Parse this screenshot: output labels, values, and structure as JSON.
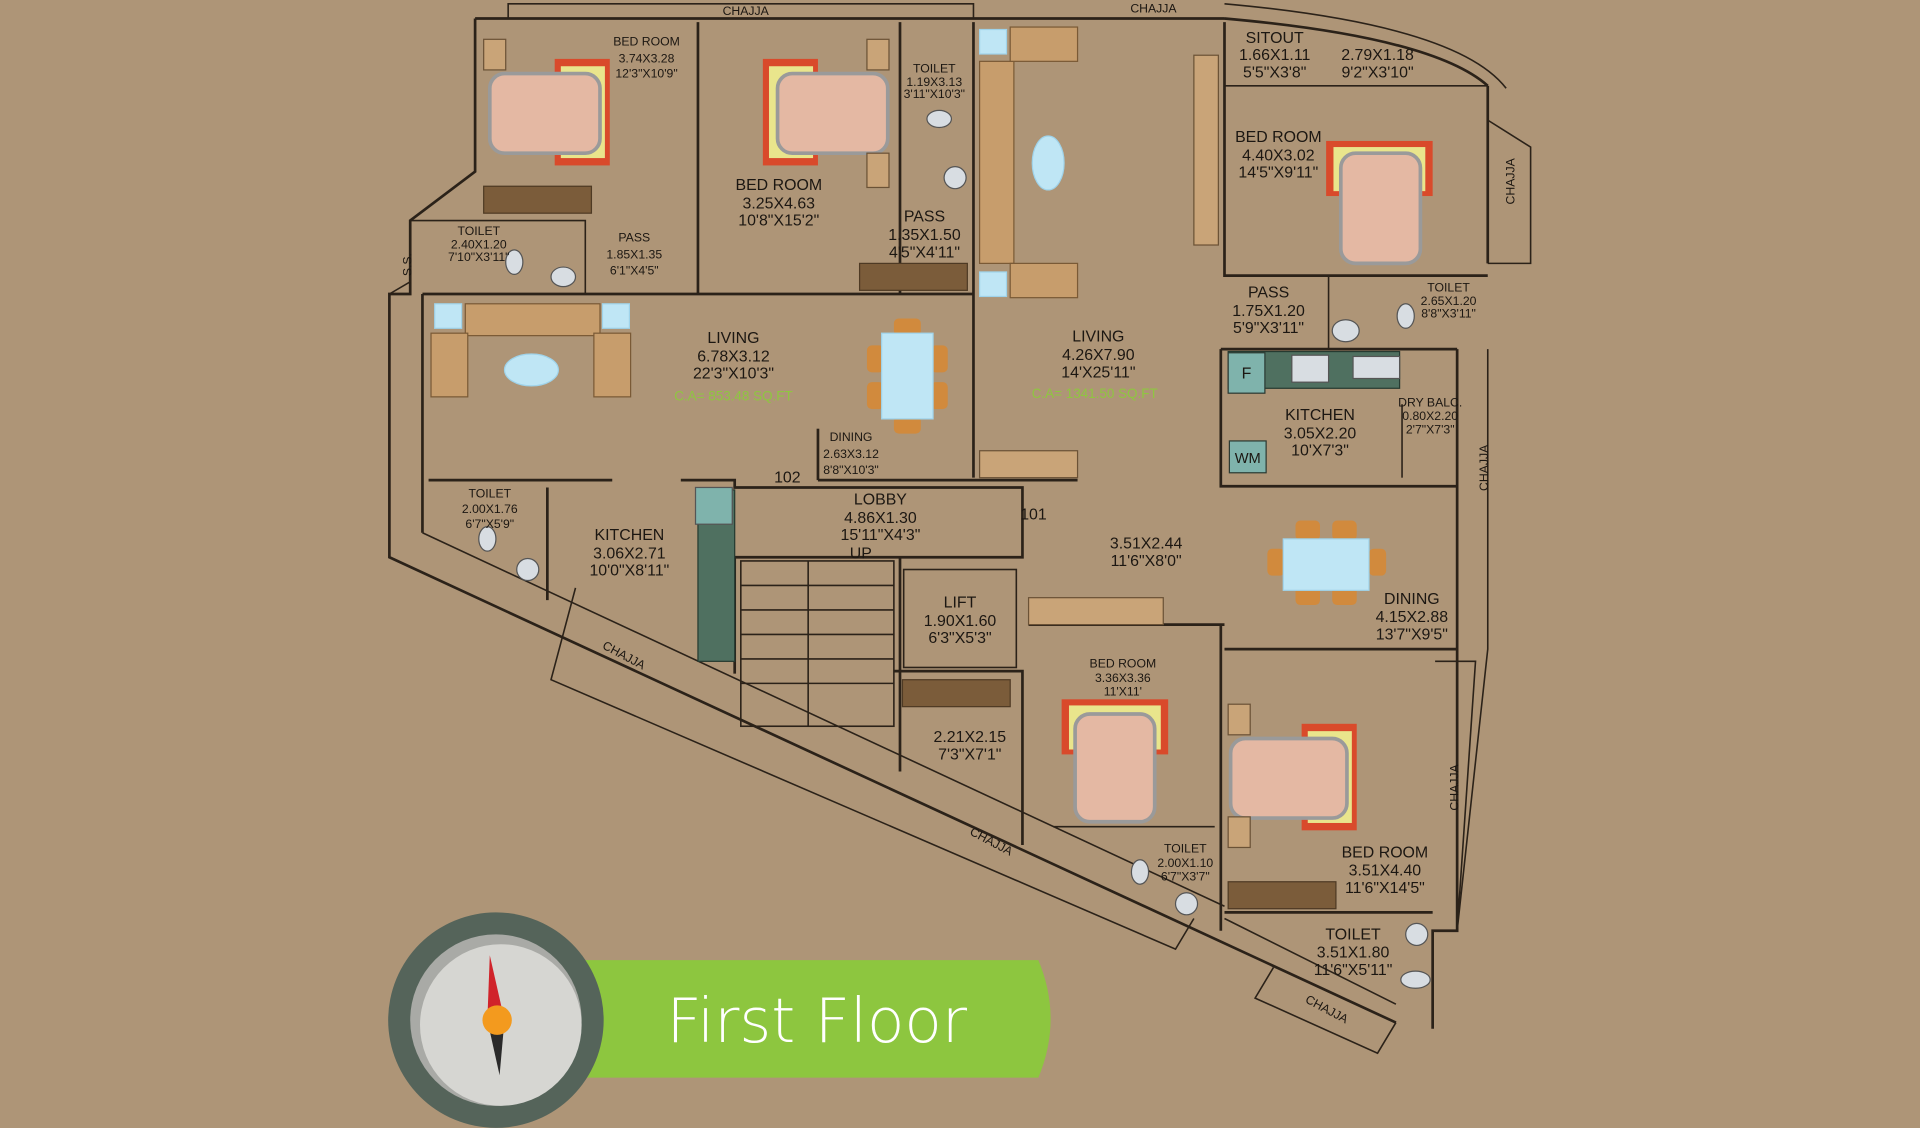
{
  "title": "First Floor",
  "colors": {
    "background": "#ae9577",
    "wall": "#2b2219",
    "banner": "#8dc63f",
    "compass_ring": "#55645a",
    "compass_face": "#d6d6d2",
    "needle_north": "#d0232a",
    "needle_south": "#2a2a2a",
    "pivot": "#f39a1e",
    "carpet_area_text": "#8fc640"
  },
  "chajja": {
    "top_left": "CHAJJA",
    "top_right": "CHAJJA",
    "right_upper": "CHAJJA",
    "right_middle": "CHAJJA",
    "right_lower": "CHAJJA",
    "diag_left": "CHAJJA",
    "diag_mid": "CHAJJA",
    "diag_right": "CHAJJA"
  },
  "ss_label": "S.S.",
  "rooms": {
    "bed1": {
      "name": "BED ROOM",
      "metric": "3.74X3.28",
      "imperial": "12'3\"X10'9\""
    },
    "bed2": {
      "name": "BED ROOM",
      "metric": "3.25X4.63",
      "imperial": "10'8\"X15'2\""
    },
    "toilet1": {
      "name": "TOILET",
      "metric": "1.19X3.13",
      "imperial": "3'11\"X10'3\""
    },
    "pass1": {
      "name": "PASS",
      "metric": "1.35X1.50",
      "imperial": "4'5\"X4'11\""
    },
    "toilet2": {
      "name": "TOILET",
      "metric": "2.40X1.20",
      "imperial": "7'10\"X3'11\""
    },
    "pass2": {
      "name": "PASS",
      "metric": "1.85X1.35",
      "imperial": "6'1\"X4'5\""
    },
    "sitout": {
      "name": "SITOUT",
      "metric": "1.66X1.11",
      "imperial": "5'5\"X3'8\""
    },
    "sitout2": {
      "metric": "2.79X1.18",
      "imperial": "9'2\"X3'10\""
    },
    "bed3": {
      "name": "BED ROOM",
      "metric": "4.40X3.02",
      "imperial": "14'5\"X9'11\""
    },
    "pass3": {
      "name": "PASS",
      "metric": "1.75X1.20",
      "imperial": "5'9\"X3'11\""
    },
    "toilet3": {
      "name": "TOILET",
      "metric": "2.65X1.20",
      "imperial": "8'8\"X3'11\""
    },
    "living102": {
      "name": "LIVING",
      "metric": "6.78X3.12",
      "imperial": "22'3\"X10'3\"",
      "carpet_area": "C.A= 853.48 SQ.FT"
    },
    "living101": {
      "name": "LIVING",
      "metric": "4.26X7.90",
      "imperial": "14'X25'11\"",
      "carpet_area": "C.A= 1341.50 SQ.FT"
    },
    "kitchen101": {
      "name": "KITCHEN",
      "metric": "3.05X2.20",
      "imperial": "10'X7'3\""
    },
    "drybalc": {
      "name": "DRY BALC.",
      "metric": "0.80X2.20",
      "imperial": "2'7\"X7'3\""
    },
    "dining102": {
      "name": "DINING",
      "metric": "2.63X3.12",
      "imperial": "8'8\"X10'3\""
    },
    "lobby": {
      "name": "LOBBY",
      "metric": "4.86X1.30",
      "imperial": "15'11\"X4'3\"",
      "stairs": "UP"
    },
    "toilet4": {
      "name": "TOILET",
      "metric": "2.00X1.76",
      "imperial": "6'7\"X5'9\""
    },
    "kitchen102": {
      "name": "KITCHEN",
      "metric": "3.06X2.71",
      "imperial": "10'0\"X8'11\""
    },
    "foyer101": {
      "metric": "3.51X2.44",
      "imperial": "11'6\"X8'0\""
    },
    "dining101": {
      "name": "DINING",
      "metric": "4.15X2.88",
      "imperial": "13'7\"X9'5\""
    },
    "lift": {
      "name": "LIFT",
      "metric": "1.90X1.60",
      "imperial": "6'3\"X5'3\""
    },
    "bed4": {
      "name": "BED ROOM",
      "metric": "3.36X3.36",
      "imperial": "11'X11'"
    },
    "room_small": {
      "metric": "2.21X2.15",
      "imperial": "7'3\"X7'1\""
    },
    "toilet5": {
      "name": "TOILET",
      "metric": "2.00X1.10",
      "imperial": "6'7\"X3'7\""
    },
    "bed5": {
      "name": "BED ROOM",
      "metric": "3.51X4.40",
      "imperial": "11'6\"X14'5\""
    },
    "toilet6": {
      "name": "TOILET",
      "metric": "3.51X1.80",
      "imperial": "11'6\"X5'11\""
    }
  },
  "flat_numbers": {
    "left": "102",
    "right": "101"
  },
  "appliances": {
    "fridge": "F",
    "washing_machine": "WM"
  }
}
